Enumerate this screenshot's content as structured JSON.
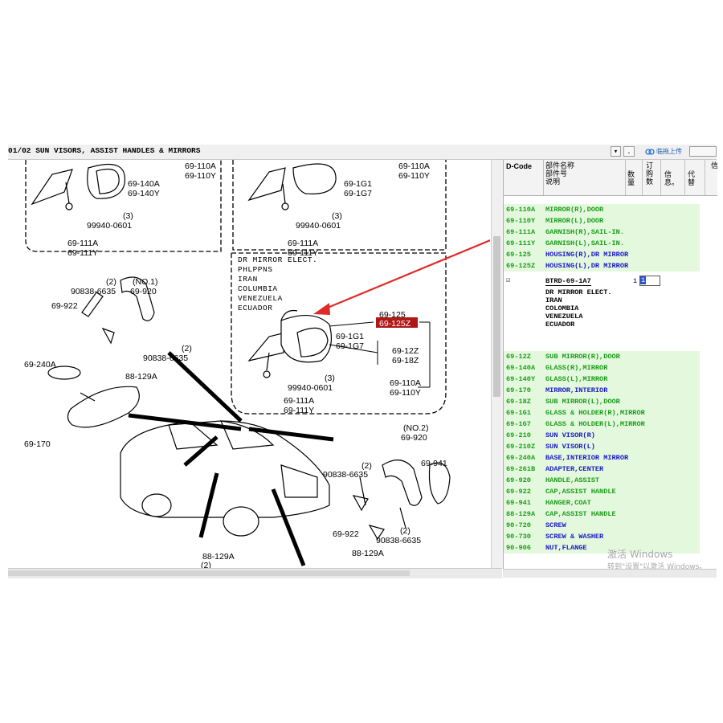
{
  "window": {
    "title": "01/02 SUN VISORS, ASSIST HANDLES & MIRRORS",
    "dropdown_glyph": "▾",
    "dots_label": ". .",
    "upload_label": "临拖上传"
  },
  "diagram": {
    "region_box": [
      "DR MIRROR ELECT.",
      "PHLPPNS",
      "IRAN",
      "COLUMBIA",
      "VENEZUELA",
      "ECUADOR"
    ],
    "labels": {
      "l_69_140a": "69-140A",
      "l_69_140y": "69-140Y",
      "l_69_110a_t": "69-110A",
      "l_69_110y_t": "69-110Y",
      "l_99940_a": "99940-0601",
      "l_3a": "(3)",
      "l_69_111a_a": "69-111A",
      "l_69_111y_a": "69-111Y",
      "l_69_1g1_a": "69-1G1",
      "l_69_1g7_a": "69-1G7",
      "l_69_110a_t2": "69-110A",
      "l_69_110y_t2": "69-110Y",
      "l_99940_b": "99940-0601",
      "l_3b": "(3)",
      "l_69_111a_b": "69-111A",
      "l_69_111y_b": "69-111Y",
      "l_2a": "(2)",
      "l_90838_a": "90838-6635",
      "l_no1": "(NO.1)",
      "l_69_920_a": "69-920",
      "l_69_922_a": "69-922",
      "l_2b": "(2)",
      "l_90838_b": "90838-6635",
      "l_69_240a": "69-240A",
      "l_88_129a_a": "88-129A",
      "l_69_170": "69-170",
      "l_69_125": "69-125",
      "l_69_125z": "69-125Z",
      "l_69_1g1_b": "69-1G1",
      "l_69_1g7_b": "69-1G7",
      "l_69_12z": "69-12Z",
      "l_69_18z": "69-18Z",
      "l_3c": "(3)",
      "l_99940_c": "99940-0601",
      "l_69_110a_c": "69-110A",
      "l_69_110y_c": "69-110Y",
      "l_69_111a_c": "69-111A",
      "l_69_111y_c": "69-111Y",
      "l_no2": "(NO.2)",
      "l_69_920_b": "69-920",
      "l_69_941": "69-941",
      "l_2c": "(2)",
      "l_90838_c": "90838-6635",
      "l_69_922_b": "69-922",
      "l_2d": "(2)",
      "l_90838_d": "90838-6635",
      "l_88_129a_b": "88-129A",
      "l_88_129a_c": "88-129A",
      "l_2e": "(2)"
    }
  },
  "parts_table": {
    "headers": {
      "dcode": "D-Code",
      "name": "部件名称\n部件号\n说明",
      "qty": "数量",
      "order": "订购数",
      "info": "信息。",
      "subst": "代替",
      "extra": "信"
    },
    "rows_top": [
      {
        "code": "69-110A",
        "desc": "MIRROR(R),DOOR"
      },
      {
        "code": "69-110Y",
        "desc": "MIRROR(L),DOOR"
      },
      {
        "code": "69-111A",
        "desc": "GARNISH(R),SAIL-IN."
      },
      {
        "code": "69-111Y",
        "desc": "GARNISH(L),SAIL-IN."
      },
      {
        "code": "69-125",
        "desc": "HOUSING(R),DR MIRROR"
      },
      {
        "code": "69-125Z",
        "desc": "HOUSING(L),DR MIRROR"
      }
    ],
    "detail": {
      "checkbox": "☑",
      "part_no": "BTRD-69-1A7",
      "qty": "1",
      "order_qty": "1",
      "lines": [
        "DR MIRROR ELECT.",
        "IRAN",
        "COLOMBIA",
        "VENEZUELA",
        "ECUADOR"
      ]
    },
    "rows_bottom": [
      {
        "code": "69-12Z",
        "desc": "SUB MIRROR(R),DOOR"
      },
      {
        "code": "69-140A",
        "desc": "GLASS(R),MIRROR"
      },
      {
        "code": "69-140Y",
        "desc": "GLASS(L),MIRROR"
      },
      {
        "code": "69-170",
        "desc": "MIRROR,INTERIOR"
      },
      {
        "code": "69-18Z",
        "desc": "SUB MIRROR(L),DOOR"
      },
      {
        "code": "69-1G1",
        "desc": "GLASS & HOLDER(R),MIRROR"
      },
      {
        "code": "69-1G7",
        "desc": "GLASS & HOLDER(L),MIRROR"
      },
      {
        "code": "69-210",
        "desc": "SUN VISOR(R)"
      },
      {
        "code": "69-210Z",
        "desc": "SUN VISOR(L)"
      },
      {
        "code": "69-240A",
        "desc": "BASE,INTERIOR MIRROR"
      },
      {
        "code": "69-261B",
        "desc": "ADAPTER,CENTER"
      },
      {
        "code": "69-920",
        "desc": "HANDLE,ASSIST"
      },
      {
        "code": "69-922",
        "desc": "CAP,ASSIST HANDLE"
      },
      {
        "code": "69-941",
        "desc": "HANGER,COAT"
      },
      {
        "code": "88-129A",
        "desc": "CAP,ASSIST HANDLE"
      },
      {
        "code": "90-720",
        "desc": "SCREW"
      },
      {
        "code": "90-730",
        "desc": "SCREW & WASHER"
      },
      {
        "code": "90-906",
        "desc": "NUT,FLANGE"
      }
    ]
  },
  "watermark": {
    "line1": "激活 Windows",
    "line2": "转到\"设置\"以激活 Windows。"
  },
  "colors": {
    "row_bg": "#e3f8dc",
    "code_green": "#1b9d1b",
    "text_blue": "#1919c8",
    "highlight_red": "#b01818",
    "arrow_red": "#e02a2a"
  }
}
